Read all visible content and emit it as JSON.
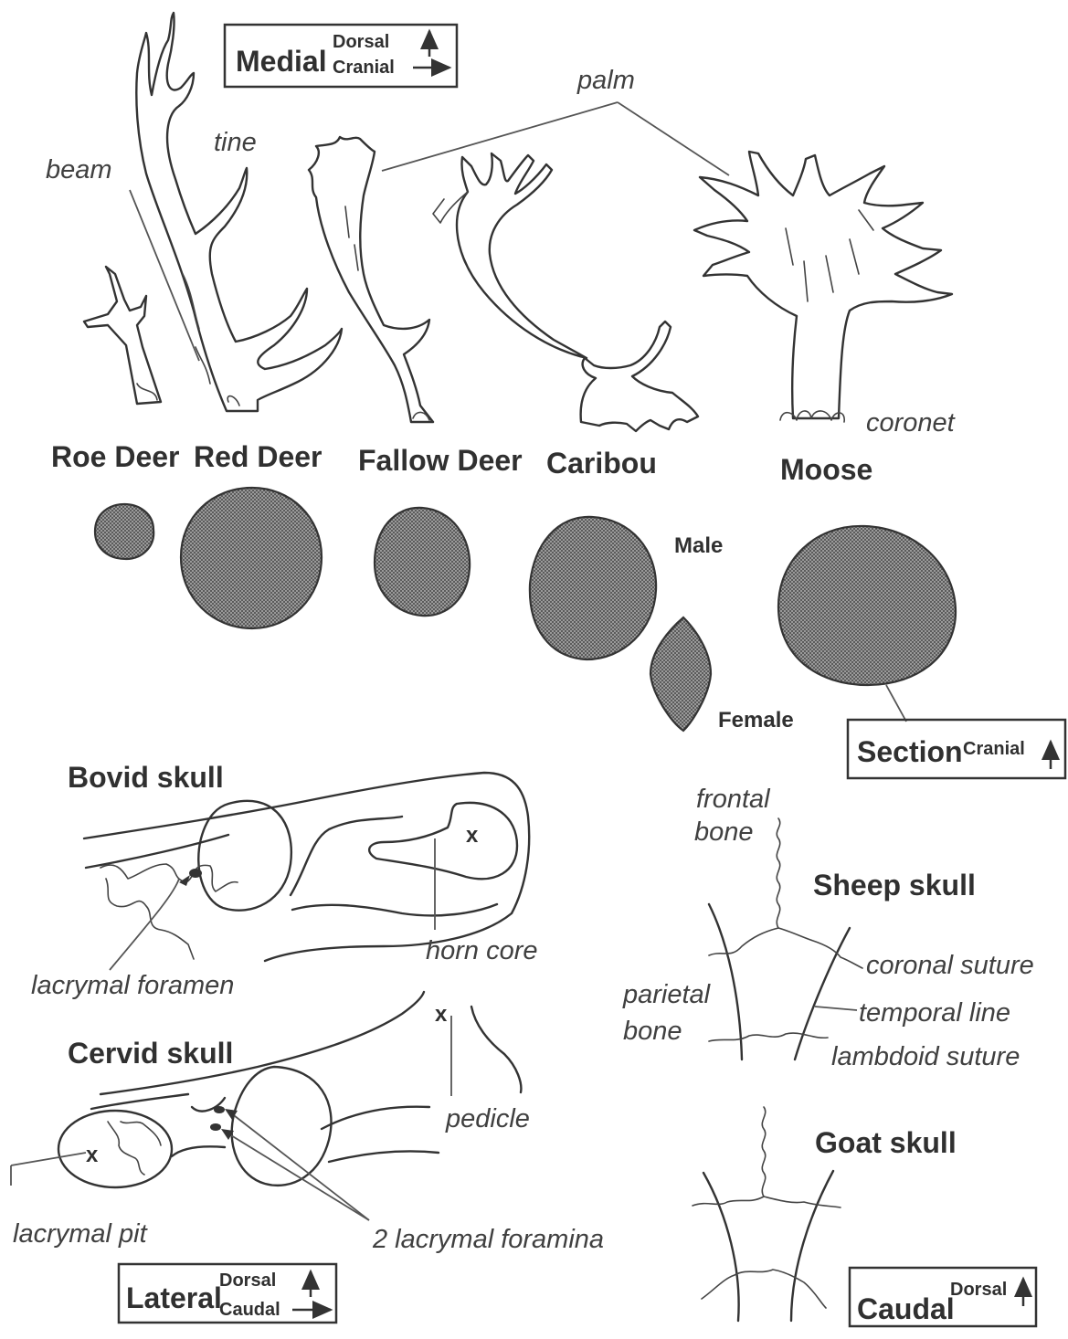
{
  "orientation_boxes": {
    "antler": {
      "main": "Medial",
      "top": "Dorsal",
      "bottom": "Cranial"
    },
    "section": {
      "main": "Section",
      "top": "Cranial"
    },
    "cervid": {
      "main": "Lateral",
      "top": "Dorsal",
      "bottom": "Caudal"
    },
    "goat": {
      "main": "Caudal",
      "top": "Dorsal"
    }
  },
  "antler_labels": {
    "palm": "palm",
    "tine": "tine",
    "beam": "beam",
    "coronet": "coronet"
  },
  "species": [
    "Roe Deer",
    "Red Deer",
    "Fallow Deer",
    "Caribou",
    "Moose"
  ],
  "sex_labels": {
    "male": "Male",
    "female": "Female"
  },
  "bovid": {
    "title": "Bovid skull",
    "horn_core": "horn core",
    "lacrymal_foramen": "lacrymal foramen",
    "marker": "x"
  },
  "cervid": {
    "title": "Cervid skull",
    "pedicle": "pedicle",
    "lacrymal_pit": "lacrymal pit",
    "lacrymal_foramina": "2 lacrymal foramina",
    "marker": "x"
  },
  "sheep": {
    "title": "Sheep skull",
    "frontal_bone_1": "frontal",
    "frontal_bone_2": "bone",
    "parietal_bone_1": "parietal",
    "parietal_bone_2": "bone",
    "coronal_suture": "coronal suture",
    "temporal_line": "temporal line",
    "lambdoid_suture": "lambdoid suture"
  },
  "goat": {
    "title": "Goat skull"
  }
}
